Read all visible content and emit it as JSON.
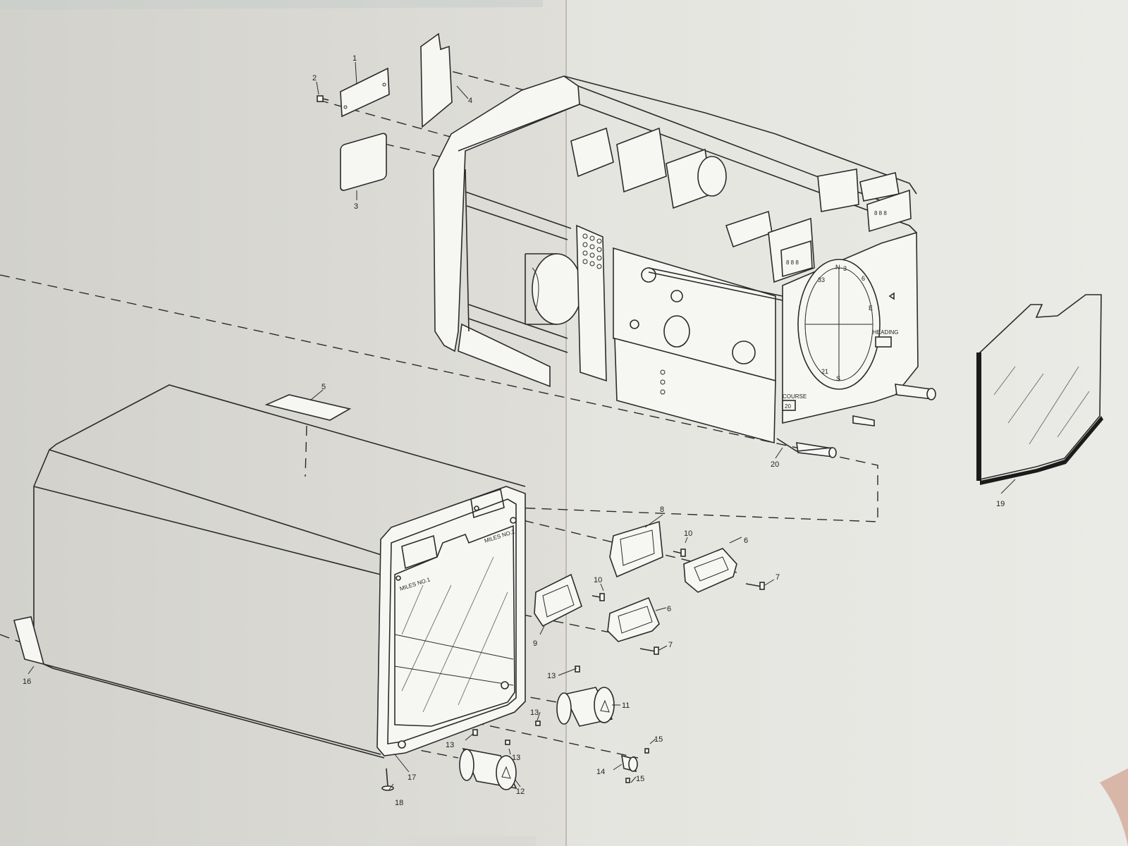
{
  "callouts": {
    "c1": "1",
    "c2": "2",
    "c3": "3",
    "c4": "4",
    "c5": "5",
    "c6a": "6",
    "c6b": "6",
    "c7a": "7",
    "c7b": "7",
    "c8": "8",
    "c9": "9",
    "c10a": "10",
    "c10b": "10",
    "c11": "11",
    "c12": "12",
    "c13a": "13",
    "c13b": "13",
    "c13c": "13",
    "c13d": "13",
    "c14": "14",
    "c15a": "15",
    "c15b": "15",
    "c16": "16",
    "c17": "17",
    "c18": "18",
    "c19": "19",
    "c20": "20"
  },
  "labels": {
    "miles_no1": "MILES NO.1",
    "miles_no2": "MILES NO.2",
    "course": "COURSE",
    "heading": "HEADING",
    "course_value": "20",
    "dial_n": "N",
    "dial_3": "3",
    "dial_6": "6",
    "dial_e": "E",
    "dial_s": "S",
    "dial_21": "21",
    "dial_33": "33"
  },
  "colors": {
    "paper_left": "#dcdbd6",
    "paper_right": "#e8e8e4",
    "line": "#2b2b2b"
  }
}
